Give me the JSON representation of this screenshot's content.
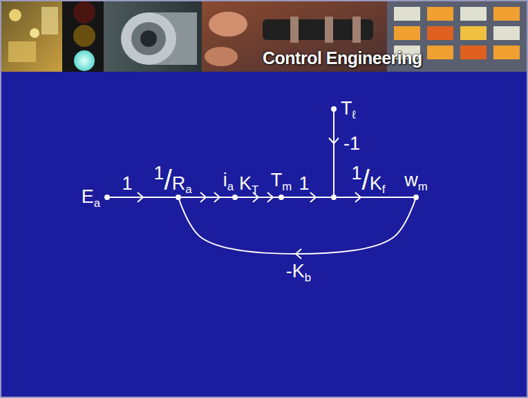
{
  "diagram": {
    "title": "Control Engineering",
    "nodes": [
      {
        "text": [
          "Ea"
        ]
      },
      {
        "text": [
          "ia"
        ]
      },
      {
        "text": [
          "Tm"
        ]
      },
      {
        "text": [
          "Tℓ"
        ]
      },
      {
        "text": [
          "wm"
        ]
      }
    ],
    "edges": [
      {
        "from": 0,
        "to": 1,
        "arrow": "to"
      },
      {
        "from": 1,
        "to": 2,
        "label": "KT",
        "arrow": "to"
      },
      {
        "from": 2,
        "to": 4,
        "arrow": "to"
      },
      {
        "from": 3,
        "to": 4,
        "label": "-1",
        "arrow": "to"
      },
      {
        "from": 4,
        "to": 1,
        "label": "-Kb",
        "arrow": "to"
      }
    ],
    "labels": [
      "1",
      "1/Ra",
      "1",
      "1/Kf"
    ]
  }
}
